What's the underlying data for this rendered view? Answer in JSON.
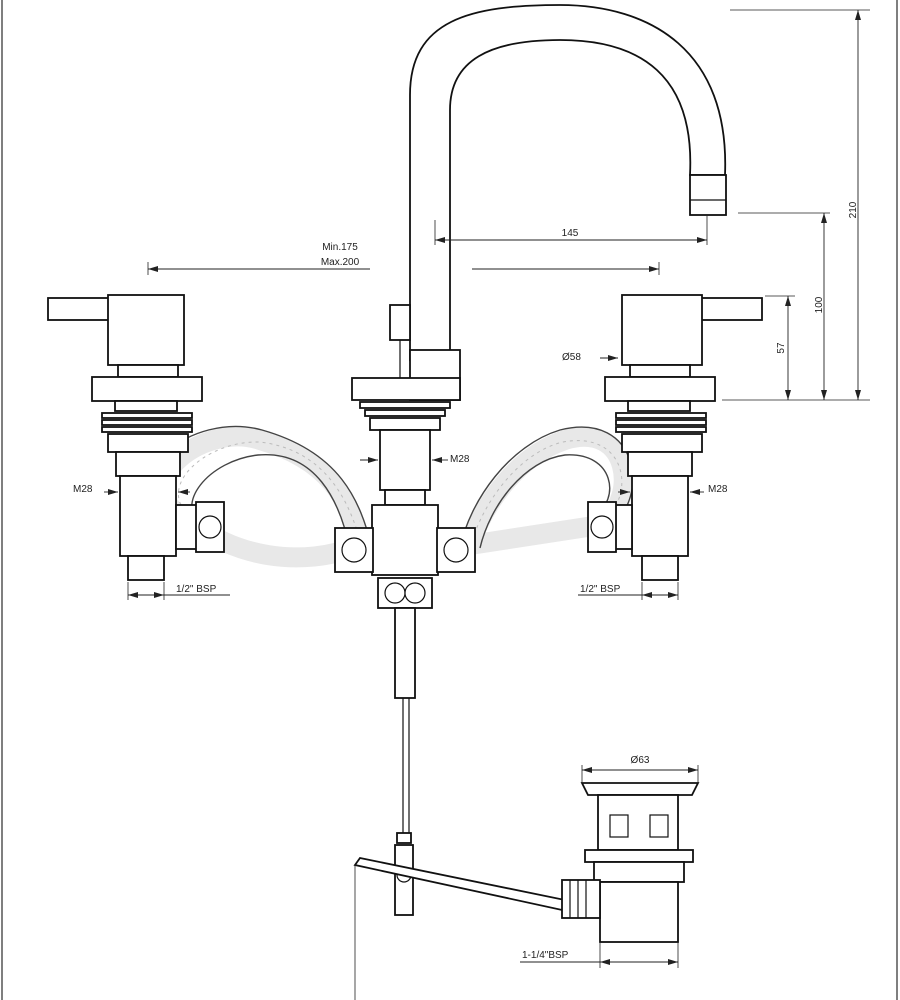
{
  "dimensions": {
    "spout_reach": "145",
    "spout_height": "210",
    "outlet_height": "100",
    "handle_height": "57",
    "handle_diameter": "Ø58",
    "centres_min": "Min.175",
    "centres_max": "Max.200",
    "thread_center": "M28",
    "thread_left": "M28",
    "thread_right": "M28",
    "bsp_left": "1/2\" BSP",
    "bsp_right": "1/2\" BSP",
    "waste_diameter": "Ø63",
    "waste_bsp": "1-1/4\"BSP"
  }
}
